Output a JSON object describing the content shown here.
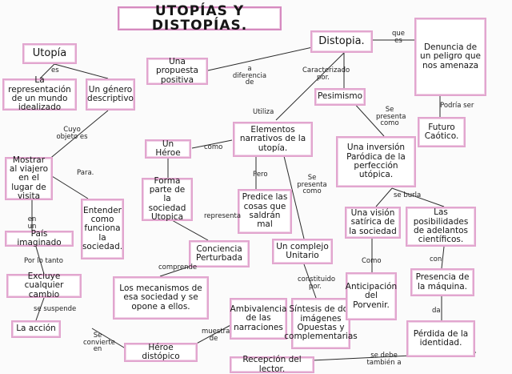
{
  "title": "UTOPÍAS Y DISTOPÍAS.",
  "nodes": {
    "utopia": "Utopía",
    "distopia": "Distopia.",
    "propuesta": "Una propuesta positiva",
    "denuncia": "Denuncia de un peligro que nos amenaza",
    "representacion": "La representación de un mundo idealizado",
    "genero": "Un género descriptivo",
    "pesimismo": "Pesimismo",
    "futuro": "Futuro Caótico.",
    "elementos": "Elementos narrativos de la utopía.",
    "heroe": "Un Héroe",
    "inversion": "Una inversión Paródica de la perfección utópica.",
    "mostrar": "Mostrar al viajero en el lugar de visita",
    "forma_parte": "Forma parte de la sociedad Utopica",
    "predice": "Predice las cosas que saldrán mal",
    "entender": "Entender como funciona la sociedad.",
    "vision": "Una visión satírica de la sociedad",
    "posibilidades": "Las posibilidades de adelantos científicos.",
    "pais": "País imaginado",
    "conciencia": "Conciencia Perturbada",
    "complejo": "Un complejo Unitario",
    "excluye": "Excluye cualquier cambio",
    "mecanismos": "Los mecanismos de esa sociedad y se opone a ellos.",
    "ambivalencia": "Ambivalencia de las narraciones",
    "sintesis": "Síntesis de dos imágenes Opuestas y complementarias",
    "anticipacion": "Anticipación del Porvenir.",
    "presencia": "Presencia de la máquina.",
    "accion": "La acción",
    "perdida": "Pérdida de la identidad.",
    "heroe_distopico": "Héroe distópico",
    "recepcion": "Recepción del lector."
  },
  "labels": {
    "es": "es",
    "que_es": "que es",
    "a_diferencia_de": "a diferencia de",
    "caracterizado_por": "Caracterizado por.",
    "podria_ser": "Podría ser",
    "cuyo_objeto_es": "Cuyo objeto es",
    "utiliza": "Utiliza",
    "se_presenta_como_1": "Se presenta como",
    "como": "como",
    "para": "Para.",
    "pero": "Pero",
    "se_presenta_como_2": "Se presenta como",
    "se_burla": "se burla",
    "en_un": "en un",
    "representa": "representa",
    "con": "con",
    "por_lo_tanto": "Por lo tanto",
    "comprende": "comprende",
    "como_2": "Como",
    "da": "da",
    "se_suspende": "se suspende",
    "constituido_por": "constituido por.",
    "muestra_de": "muestra de",
    "se_convierte_en": "Se convierte en",
    "se_debe_tambien_a": "se debe también a"
  },
  "colors": {
    "border": "#e2a6cf",
    "line": "#2a2a2a"
  }
}
